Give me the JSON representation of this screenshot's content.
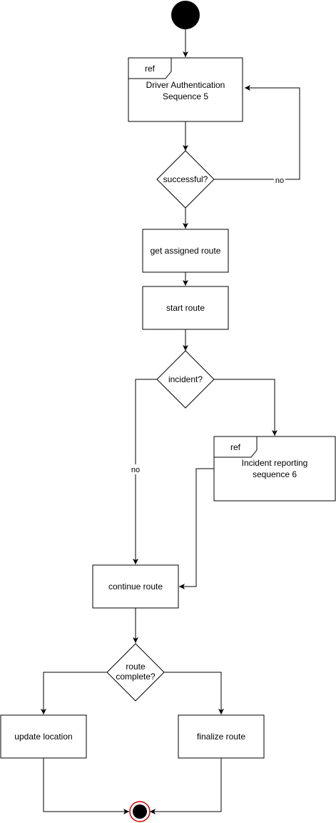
{
  "diagram": {
    "ref_box_1": {
      "tag": "ref",
      "line1": "Driver Authentication",
      "line2": "Sequence 5"
    },
    "decision_successful": {
      "label": "successful?"
    },
    "edge_no_1": {
      "label": "no"
    },
    "action_get_route": {
      "label": "get assigned route"
    },
    "action_start_route": {
      "label": "start route"
    },
    "decision_incident": {
      "label": "incident?"
    },
    "ref_box_2": {
      "tag": "ref",
      "line1": "Incident reporting",
      "line2": "sequence 6"
    },
    "edge_no_2": {
      "label": "no"
    },
    "action_continue_route": {
      "label": "continue route"
    },
    "decision_route_complete": {
      "line1": "route",
      "line2": "complete?"
    },
    "action_update_location": {
      "label": "update location"
    },
    "action_finalize_route": {
      "label": "finalize route"
    }
  },
  "colors": {
    "stroke": "#000000",
    "fill": "#ffffff",
    "final_ring": "#cc0000"
  }
}
